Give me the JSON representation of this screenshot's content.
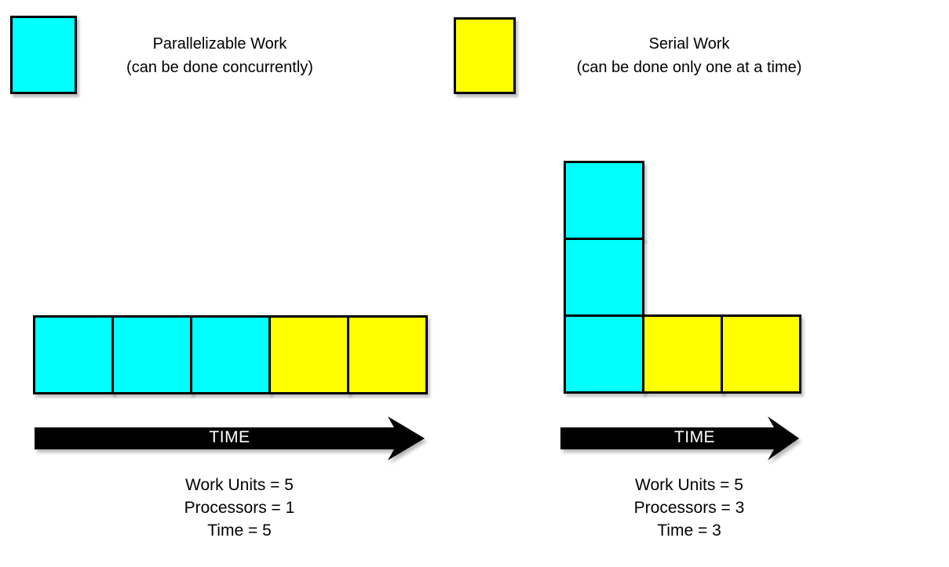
{
  "colors": {
    "parallel": "#00ffff",
    "serial": "#ffff00",
    "border": "#000000",
    "arrow": "#000000",
    "arrow_text": "#ffffff",
    "text": "#000000"
  },
  "legend": {
    "parallel": {
      "title": "Parallelizable Work",
      "subtitle": "(can be done concurrently)"
    },
    "serial": {
      "title": "Serial Work",
      "subtitle": "(can be done only one at a time)"
    }
  },
  "diagrams": {
    "left": {
      "grid": [
        "PPPSS"
      ],
      "arrow_label": "TIME",
      "stats": [
        "Work Units = 5",
        "Processors = 1",
        "Time = 5"
      ]
    },
    "right": {
      "grid": [
        "P..",
        "P..",
        "PSS"
      ],
      "arrow_label": "TIME",
      "stats": [
        "Work Units = 5",
        "Processors = 3",
        "Time = 3"
      ]
    }
  }
}
